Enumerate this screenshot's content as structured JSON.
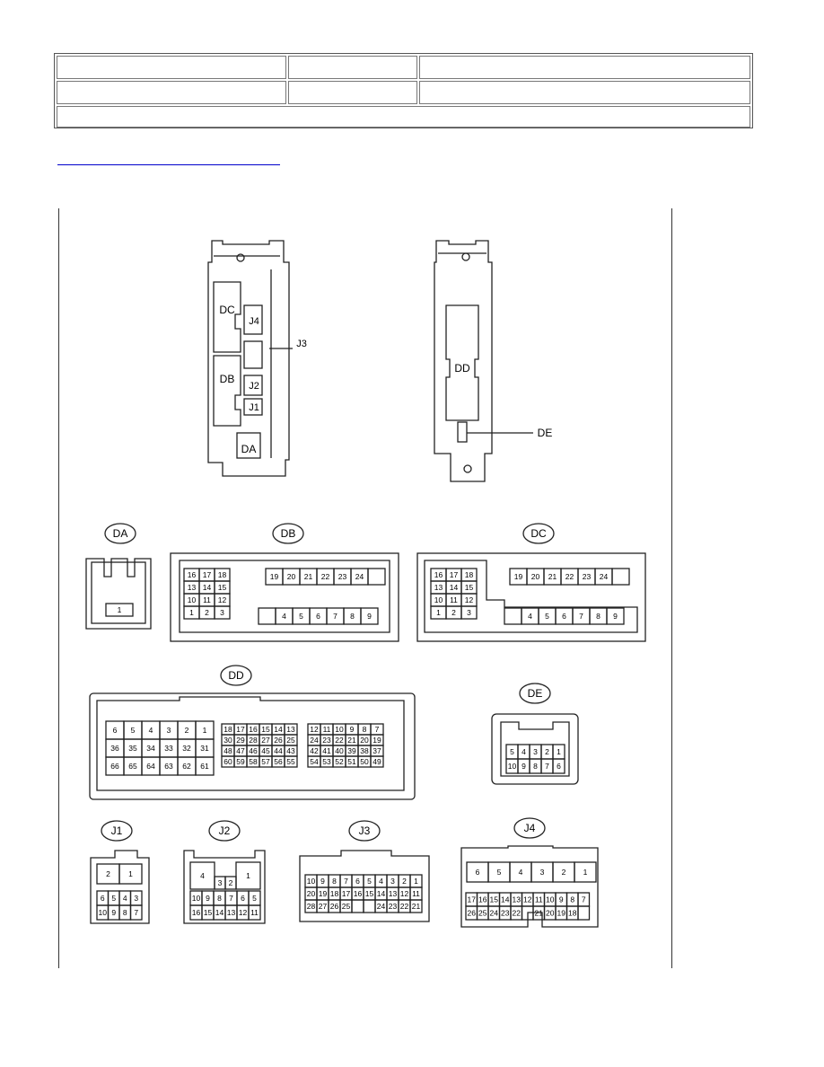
{
  "header_table": {
    "rows": [
      [
        "",
        "",
        ""
      ],
      [
        "",
        "",
        ""
      ],
      [
        ""
      ]
    ]
  },
  "link": {
    "text": ""
  },
  "figure": {
    "top_view_left": {
      "labels": [
        "DC",
        "J4",
        "J3",
        "DB",
        "J2",
        "J1",
        "DA"
      ]
    },
    "top_view_right": {
      "labels": [
        "DD",
        "DE"
      ]
    },
    "connectors": {
      "DA": {
        "name": "DA",
        "pins": [
          "1"
        ]
      },
      "DB": {
        "name": "DB",
        "left_block": [
          [
            "16",
            "17",
            "18"
          ],
          [
            "13",
            "14",
            "15"
          ],
          [
            "10",
            "11",
            "12"
          ],
          [
            "1",
            "2",
            "3"
          ]
        ],
        "top_row": [
          "19",
          "20",
          "21",
          "22",
          "23",
          "24",
          ""
        ],
        "bottom_row": [
          "",
          "4",
          "5",
          "6",
          "7",
          "8",
          "9"
        ]
      },
      "DC": {
        "name": "DC",
        "left_block": [
          [
            "16",
            "17",
            "18"
          ],
          [
            "13",
            "14",
            "15"
          ],
          [
            "10",
            "11",
            "12"
          ],
          [
            "1",
            "2",
            "3"
          ]
        ],
        "top_row": [
          "19",
          "20",
          "21",
          "22",
          "23",
          "24",
          ""
        ],
        "bottom_row": [
          "",
          "4",
          "5",
          "6",
          "7",
          "8",
          "9"
        ]
      },
      "DD": {
        "name": "DD",
        "block1": [
          [
            "6",
            "5",
            "4",
            "3",
            "2",
            "1"
          ],
          [
            "36",
            "35",
            "34",
            "33",
            "32",
            "31"
          ],
          [
            "66",
            "65",
            "64",
            "63",
            "62",
            "61"
          ]
        ],
        "block2": [
          [
            "18",
            "17",
            "16",
            "15",
            "14",
            "13"
          ],
          [
            "30",
            "29",
            "28",
            "27",
            "26",
            "25"
          ],
          [
            "48",
            "47",
            "46",
            "45",
            "44",
            "43"
          ],
          [
            "60",
            "59",
            "58",
            "57",
            "56",
            "55"
          ]
        ],
        "block3": [
          [
            "12",
            "11",
            "10",
            "9",
            "8",
            "7"
          ],
          [
            "24",
            "23",
            "22",
            "21",
            "20",
            "19"
          ],
          [
            "42",
            "41",
            "40",
            "39",
            "38",
            "37"
          ],
          [
            "54",
            "53",
            "52",
            "51",
            "50",
            "49"
          ]
        ]
      },
      "DE": {
        "name": "DE",
        "rows": [
          [
            "5",
            "4",
            "3",
            "2",
            "1"
          ],
          [
            "10",
            "9",
            "8",
            "7",
            "6"
          ]
        ]
      },
      "J1": {
        "name": "J1",
        "top": [
          "2",
          "1"
        ],
        "rows": [
          [
            "6",
            "5",
            "4",
            "3"
          ],
          [
            "10",
            "9",
            "8",
            "7"
          ]
        ]
      },
      "J2": {
        "name": "J2",
        "big_left": "4",
        "mid": [
          "3",
          "2"
        ],
        "big_right": "1",
        "rows": [
          [
            "10",
            "9",
            "8",
            "7",
            "6",
            "5"
          ],
          [
            "16",
            "15",
            "14",
            "13",
            "12",
            "11"
          ]
        ]
      },
      "J3": {
        "name": "J3",
        "rows": [
          [
            "10",
            "9",
            "8",
            "7",
            "6",
            "5",
            "4",
            "3",
            "2",
            "1"
          ],
          [
            "20",
            "19",
            "18",
            "17",
            "16",
            "15",
            "14",
            "13",
            "12",
            "11"
          ],
          [
            "28",
            "27",
            "26",
            "25",
            "",
            "",
            "24",
            "23",
            "22",
            "21"
          ]
        ]
      },
      "J4": {
        "name": "J4",
        "top": [
          "6",
          "5",
          "4",
          "3",
          "2",
          "1"
        ],
        "rows": [
          [
            "17",
            "16",
            "15",
            "14",
            "13",
            "12",
            "11",
            "10",
            "9",
            "8",
            "7"
          ],
          [
            "26",
            "25",
            "24",
            "23",
            "22",
            "",
            "21",
            "20",
            "19",
            "18",
            ""
          ]
        ]
      }
    }
  }
}
